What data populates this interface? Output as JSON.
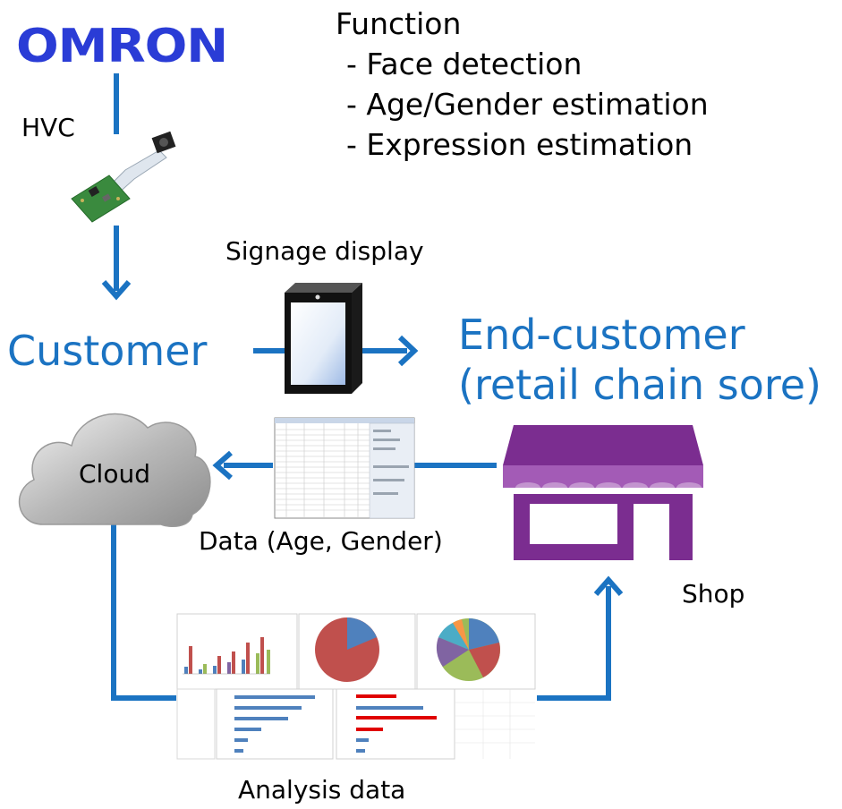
{
  "logo_text": "OMRON",
  "hvc_label": "HVC",
  "function": {
    "title": "Function",
    "items": [
      "- Face detection",
      "- Age/Gender estimation",
      "- Expression estimation"
    ]
  },
  "signage_label": "Signage display",
  "customer_label": "Customer",
  "end_customer_line1": "End-customer",
  "end_customer_line2": "(retail chain sore)",
  "cloud_label": "Cloud",
  "data_label": "Data (Age, Gender)",
  "shop_label": "Shop",
  "analysis_label": "Analysis data",
  "colors": {
    "arrow": "#1b73c2",
    "text_blue": "#1b73c2",
    "shop": "#7b2d90",
    "logo": "#2a3cd6"
  }
}
